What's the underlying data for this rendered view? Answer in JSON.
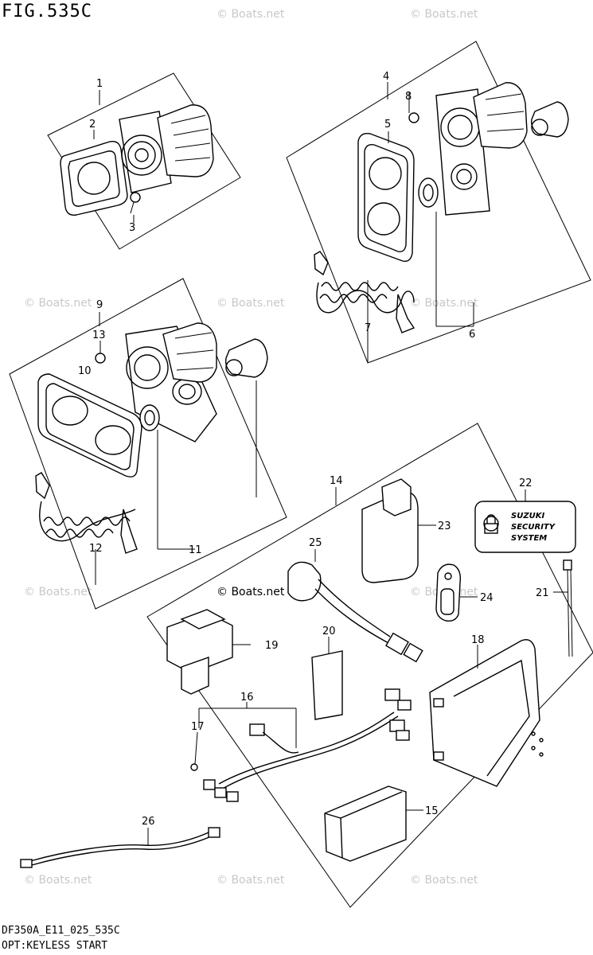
{
  "header": {
    "figure_label": "FIG.535C"
  },
  "footer": {
    "code": "DF350A_E11_025_535C",
    "caption": "OPT:KEYLESS START"
  },
  "watermark": {
    "text": "© Boats.net",
    "prominent_text": "© Boats.net"
  },
  "security_badge": {
    "line1": "SUZUKI",
    "line2": "SECURITY",
    "line3": "SYSTEM",
    "icon": "padlock-icon"
  },
  "callouts": [
    "1",
    "2",
    "3",
    "4",
    "5",
    "6",
    "7",
    "8",
    "9",
    "10",
    "11",
    "12",
    "13",
    "14",
    "15",
    "16",
    "17",
    "18",
    "19",
    "20",
    "21",
    "22",
    "23",
    "24",
    "25",
    "26"
  ]
}
